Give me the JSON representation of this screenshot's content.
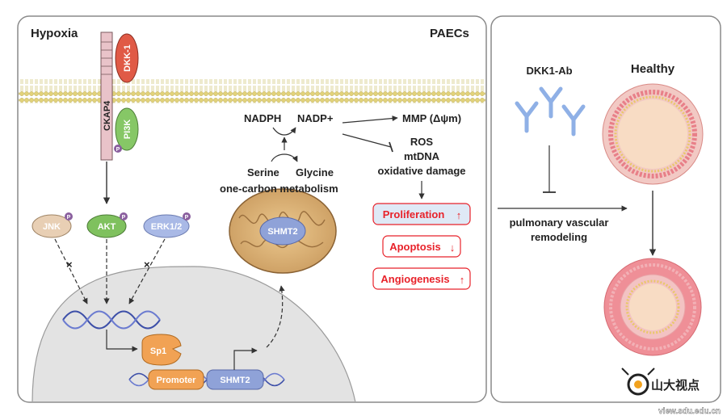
{
  "colors": {
    "panel_border": "#8a8a8a",
    "membrane_yellow": "#e2d27a",
    "dkk1_red": "#e05a46",
    "pi3k_green": "#86c766",
    "akt_green": "#7fc15e",
    "jnk_tan": "#e8cfb4",
    "erk_blue": "#a9b9e6",
    "phospho_purple": "#8a5f9e",
    "receptor_pink": "#e9c3c9",
    "mito_tan": "#d8b27c",
    "shmt2_blue": "#8fa2d8",
    "sp1_orange": "#f1a254",
    "result_red": "#e8222a",
    "antibody_blue": "#8fb0e6",
    "vessel_pink": "#ef8f97",
    "vessel_inner": "#f8dcc4"
  },
  "left_panel": {
    "condition": "Hypoxia",
    "cell_type": "PAECs",
    "receptor": "CKAP4",
    "ligand": "DKK-1",
    "pi3k": "PI3K",
    "phospho": "P",
    "kinases": [
      "JNK",
      "AKT",
      "ERK1/2"
    ],
    "nadph": "NADPH",
    "nadp": "NADP+",
    "mmp": "MMP (Δψm)",
    "ros_lines": [
      "ROS",
      "mtDNA",
      "oxidative damage"
    ],
    "serine": "Serine",
    "glycine": "Glycine",
    "metabolism": "one-carbon metabolism",
    "shmt2": "SHMT2",
    "sp1": "Sp1",
    "promoter": "Promoter",
    "outcomes": [
      "Proliferation",
      "Apoptosis",
      "Angiogenesis"
    ],
    "outcome_arrows": [
      "↑",
      "↓",
      "↑"
    ]
  },
  "right_panel": {
    "antibody": "DKK1-Ab",
    "healthy": "Healthy",
    "remodeling_lines": [
      "pulmonary vascular",
      "remodeling"
    ]
  },
  "watermark": {
    "name": "山大视点",
    "url": "view.sdu.edu.cn"
  }
}
